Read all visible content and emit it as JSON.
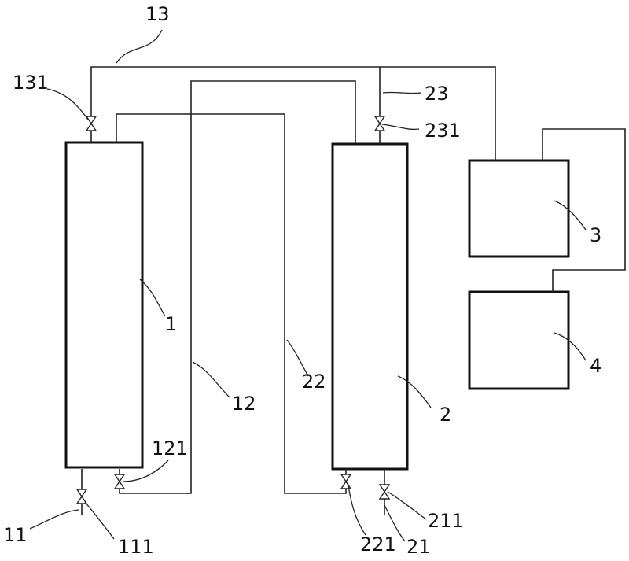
{
  "labels": {
    "l1": "1",
    "l2": "2",
    "l3": "3",
    "l4": "4",
    "l11": "11",
    "l111": "111",
    "l12": "12",
    "l121": "121",
    "l13": "13",
    "l131": "131",
    "l21": "21",
    "l211": "211",
    "l22": "22",
    "l221": "221",
    "l23": "23",
    "l231": "231"
  }
}
